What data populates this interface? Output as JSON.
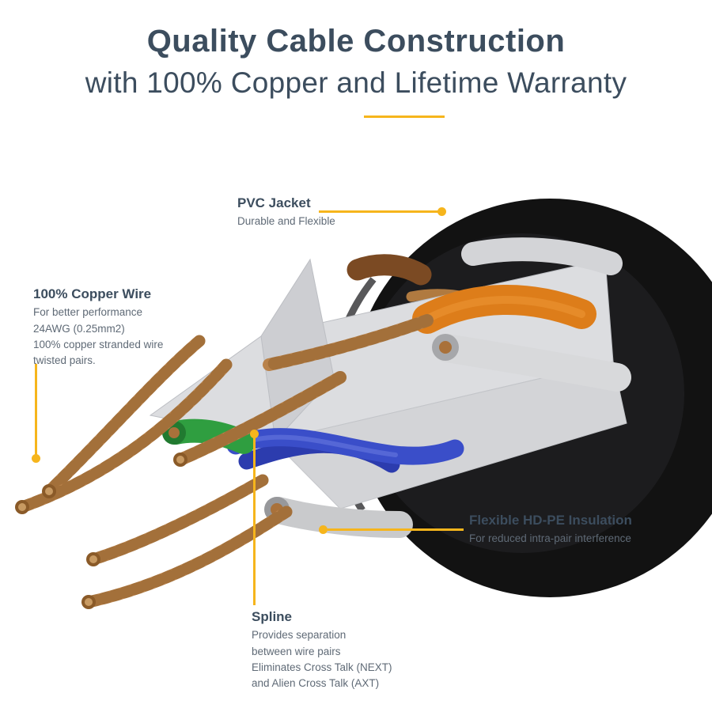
{
  "header": {
    "title": "Quality Cable Construction",
    "subtitle": "with 100% Copper and Lifetime Warranty"
  },
  "theme": {
    "heading_color": "#3c4d5e",
    "body_text_color": "#5f6a76",
    "accent_color": "#f6b51c",
    "background_color": "#ffffff",
    "jacket_color": "#121212",
    "copper_color": "#b9824a",
    "orange_wire_color": "#dd7d1a",
    "blue_wire_color": "#3a4ec9",
    "green_wire_color": "#2f9e40",
    "spline_color": "#dcdde0"
  },
  "callouts": {
    "pvc_jacket": {
      "title": "PVC Jacket",
      "description": "Durable and Flexible"
    },
    "copper_wire": {
      "title": "100% Copper Wire",
      "lines": [
        "For better performance",
        "24AWG (0.25mm2)",
        "100% copper stranded wire",
        "twisted pairs."
      ]
    },
    "hdpe_insulation": {
      "title": "Flexible HD-PE Insulation",
      "description": "For reduced intra-pair interference"
    },
    "spline": {
      "title": "Spline",
      "lines": [
        "Provides separation",
        "between wire pairs",
        "Eliminates Cross Talk (NEXT)",
        "and Alien Cross Talk (AXT)"
      ]
    }
  }
}
